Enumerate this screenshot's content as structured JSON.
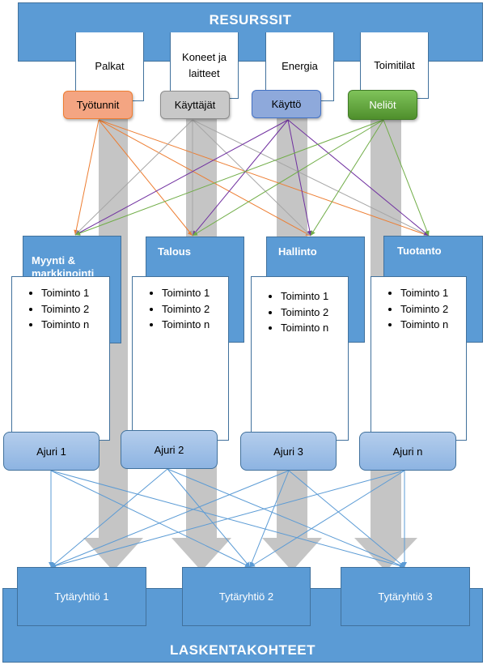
{
  "resources": {
    "title": "RESURSSIT",
    "items": [
      "Palkat",
      "Koneet ja\nlaitteet",
      "Energia",
      "Toimitilat"
    ],
    "drivers": [
      "Työtunnit",
      "Käyttäjät",
      "Käyttö",
      "Neliöt"
    ]
  },
  "departments": [
    {
      "name": "Myynti &\nmarkkinointi",
      "tasks": [
        "Toiminto 1",
        "Toiminto 2",
        "Toiminto n"
      ],
      "driver": "Ajuri 1"
    },
    {
      "name": "Talous",
      "tasks": [
        "Toiminto 1",
        "Toiminto 2",
        "Toiminto n"
      ],
      "driver": "Ajuri 2"
    },
    {
      "name": "Hallinto",
      "tasks": [
        "Toiminto 1",
        "Toiminto 2",
        "Toiminto n"
      ],
      "driver": "Ajuri 3"
    },
    {
      "name": "Tuotanto",
      "tasks": [
        "Toiminto 1",
        "Toiminto 2",
        "Toiminto n"
      ],
      "driver": "Ajuri n"
    }
  ],
  "targets": {
    "title": "LASKENTAKOHTEET",
    "items": [
      "Tytäryhtiö 1",
      "Tytäryhtiö 2",
      "Tytäryhtiö 3"
    ]
  },
  "colors": {
    "band": "#5b9bd5",
    "tag_palkat": "#f4a582",
    "tag_koneet": "#c8c8c8",
    "tag_energia": "#8ea9db",
    "tag_toimitilat": "#70ad47",
    "line_orange": "#ed7d31",
    "line_gray": "#a6a6a6",
    "line_purple": "#7030a0",
    "line_green": "#70ad47",
    "line_blue": "#5b9bd5"
  }
}
